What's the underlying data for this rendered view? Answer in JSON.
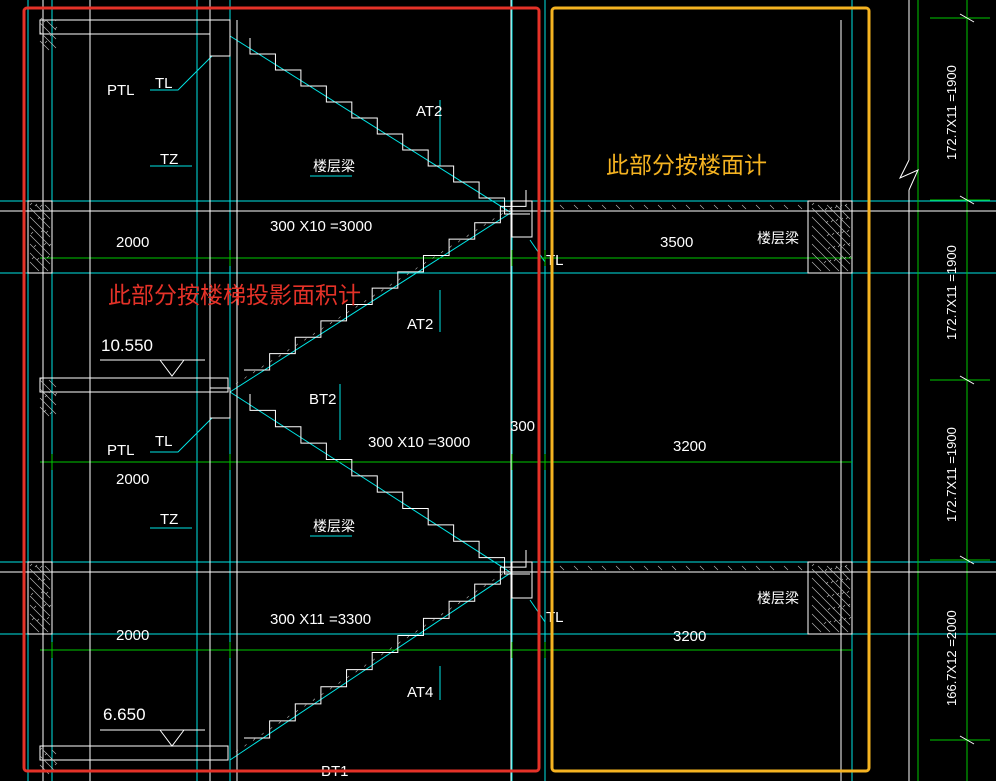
{
  "colors": {
    "background": "#000000",
    "line_cyan": "#00e5e5",
    "line_green": "#00c800",
    "line_white": "#ffffff",
    "box_red": "#e53228",
    "box_orange": "#f5b321",
    "text_white": "#ffffff"
  },
  "annotations": {
    "red_area": "此部分按楼梯投影面积计",
    "orange_area": "此部分按楼面计"
  },
  "labels": {
    "ptl_top": "PTL",
    "tl_top": "TL",
    "tz_top": "TZ",
    "lcl_top": "楼层梁",
    "at2_top": "AT2",
    "dim_steps_1": "300 X10 =3000",
    "dim_2000_1": "2000",
    "dim_3500": "3500",
    "lcl_right_1": "楼层梁",
    "tl_mid_1": "TL",
    "at2_mid": "AT2",
    "elev_10550": "10.550",
    "bt2": "BT2",
    "tl_mid_2": "TL",
    "ptl_mid": "PTL",
    "dim_steps_2": "300 X10 =3000",
    "dim_300": "300",
    "dim_3200_1": "3200",
    "dim_2000_2": "2000",
    "tz_mid": "TZ",
    "lcl_mid": "楼层梁",
    "lcl_right_2": "楼层梁",
    "tl_low": "TL",
    "dim_steps_3": "300 X11 =3300",
    "dim_2000_3": "2000",
    "dim_3200_2": "3200",
    "at4": "AT4",
    "elev_6650": "6.650",
    "bt1": "BT1",
    "vdim_1": "172.7X11 =1900",
    "vdim_2": "172.7X11 =1900",
    "vdim_3": "172.7X11 =1900",
    "vdim_4": "166.7X12 =2000"
  }
}
